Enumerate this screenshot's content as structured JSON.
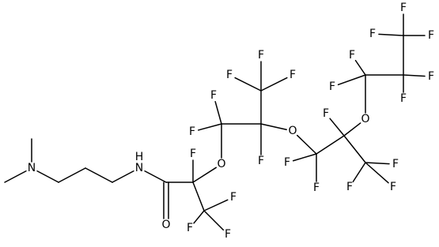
{
  "molecule": {
    "atoms": [
      {
        "id": "C_me1",
        "symbol": ""
      },
      {
        "id": "C_me2",
        "symbol": ""
      },
      {
        "id": "N1",
        "symbol": "N"
      },
      {
        "id": "C_a",
        "symbol": ""
      },
      {
        "id": "C_b",
        "symbol": ""
      },
      {
        "id": "C_c",
        "symbol": ""
      },
      {
        "id": "NH",
        "symbol": "N"
      },
      {
        "id": "H_nh",
        "symbol": "H"
      },
      {
        "id": "C_co",
        "symbol": ""
      },
      {
        "id": "O_co",
        "symbol": "O"
      },
      {
        "id": "C_q1",
        "symbol": ""
      },
      {
        "id": "F_q1",
        "symbol": "F"
      },
      {
        "id": "C_cf3a",
        "symbol": ""
      },
      {
        "id": "F_3a1",
        "symbol": "F"
      },
      {
        "id": "F_3a2",
        "symbol": "F"
      },
      {
        "id": "F_3a3",
        "symbol": "F"
      },
      {
        "id": "O1",
        "symbol": "O"
      },
      {
        "id": "C_cf2a",
        "symbol": ""
      },
      {
        "id": "F_2a1",
        "symbol": "F"
      },
      {
        "id": "F_2a2",
        "symbol": "F"
      },
      {
        "id": "C_q2",
        "symbol": ""
      },
      {
        "id": "F_q2",
        "symbol": "F"
      },
      {
        "id": "C_cf3b",
        "symbol": ""
      },
      {
        "id": "F_3b1",
        "symbol": "F"
      },
      {
        "id": "F_3b2",
        "symbol": "F"
      },
      {
        "id": "F_3b3",
        "symbol": "F"
      },
      {
        "id": "O2",
        "symbol": "O"
      },
      {
        "id": "C_cf2b",
        "symbol": ""
      },
      {
        "id": "F_2b1",
        "symbol": "F"
      },
      {
        "id": "F_2b2",
        "symbol": "F"
      },
      {
        "id": "C_q3",
        "symbol": ""
      },
      {
        "id": "F_q3",
        "symbol": "F"
      },
      {
        "id": "C_cf3c",
        "symbol": ""
      },
      {
        "id": "F_3c1",
        "symbol": "F"
      },
      {
        "id": "F_3c2",
        "symbol": "F"
      },
      {
        "id": "F_3c3",
        "symbol": "F"
      },
      {
        "id": "O3",
        "symbol": "O"
      },
      {
        "id": "C_p1",
        "symbol": ""
      },
      {
        "id": "F_p1a",
        "symbol": "F"
      },
      {
        "id": "F_p1b",
        "symbol": "F"
      },
      {
        "id": "C_p2",
        "symbol": ""
      },
      {
        "id": "F_p2a",
        "symbol": "F"
      },
      {
        "id": "F_p2b",
        "symbol": "F"
      },
      {
        "id": "C_p3",
        "symbol": ""
      },
      {
        "id": "F_p3a",
        "symbol": "F"
      },
      {
        "id": "F_p3b",
        "symbol": "F"
      },
      {
        "id": "F_p3c",
        "symbol": "F"
      }
    ],
    "bonds": [
      {
        "a": "C_me1",
        "b": "N1",
        "order": 1
      },
      {
        "a": "N1",
        "b": "C_me2",
        "order": 1
      },
      {
        "a": "N1",
        "b": "C_a",
        "order": 1
      },
      {
        "a": "C_a",
        "b": "C_b",
        "order": 1
      },
      {
        "a": "C_b",
        "b": "C_c",
        "order": 1
      },
      {
        "a": "C_c",
        "b": "NH",
        "order": 1
      },
      {
        "a": "NH",
        "b": "C_co",
        "order": 1
      },
      {
        "a": "C_co",
        "b": "O_co",
        "order": 2
      },
      {
        "a": "C_co",
        "b": "C_q1",
        "order": 1
      },
      {
        "a": "C_q1",
        "b": "F_q1",
        "order": 1
      },
      {
        "a": "C_q1",
        "b": "C_cf3a",
        "order": 1
      },
      {
        "a": "C_cf3a",
        "b": "F_3a1",
        "order": 1
      },
      {
        "a": "C_cf3a",
        "b": "F_3a2",
        "order": 1
      },
      {
        "a": "C_cf3a",
        "b": "F_3a3",
        "order": 1
      },
      {
        "a": "C_q1",
        "b": "O1",
        "order": 1
      },
      {
        "a": "O1",
        "b": "C_cf2a",
        "order": 1
      },
      {
        "a": "C_cf2a",
        "b": "F_2a1",
        "order": 1
      },
      {
        "a": "C_cf2a",
        "b": "F_2a2",
        "order": 1
      },
      {
        "a": "C_cf2a",
        "b": "C_q2",
        "order": 1
      },
      {
        "a": "C_q2",
        "b": "F_q2",
        "order": 1
      },
      {
        "a": "C_q2",
        "b": "C_cf3b",
        "order": 1
      },
      {
        "a": "C_cf3b",
        "b": "F_3b1",
        "order": 1
      },
      {
        "a": "C_cf3b",
        "b": "F_3b2",
        "order": 1
      },
      {
        "a": "C_cf3b",
        "b": "F_3b3",
        "order": 1
      },
      {
        "a": "C_q2",
        "b": "O2",
        "order": 1
      },
      {
        "a": "O2",
        "b": "C_cf2b",
        "order": 1
      },
      {
        "a": "C_cf2b",
        "b": "F_2b1",
        "order": 1
      },
      {
        "a": "C_cf2b",
        "b": "F_2b2",
        "order": 1
      },
      {
        "a": "C_cf2b",
        "b": "C_q3",
        "order": 1
      },
      {
        "a": "C_q3",
        "b": "F_q3",
        "order": 1
      },
      {
        "a": "C_q3",
        "b": "C_cf3c",
        "order": 1
      },
      {
        "a": "C_cf3c",
        "b": "F_3c1",
        "order": 1
      },
      {
        "a": "C_cf3c",
        "b": "F_3c2",
        "order": 1
      },
      {
        "a": "C_cf3c",
        "b": "F_3c3",
        "order": 1
      },
      {
        "a": "C_q3",
        "b": "O3",
        "order": 1
      },
      {
        "a": "O3",
        "b": "C_p1",
        "order": 1
      },
      {
        "a": "C_p1",
        "b": "F_p1a",
        "order": 1
      },
      {
        "a": "C_p1",
        "b": "F_p1b",
        "order": 1
      },
      {
        "a": "C_p1",
        "b": "C_p2",
        "order": 1
      },
      {
        "a": "C_p2",
        "b": "F_p2a",
        "order": 1
      },
      {
        "a": "C_p2",
        "b": "F_p2b",
        "order": 1
      },
      {
        "a": "C_p2",
        "b": "C_p3",
        "order": 1
      },
      {
        "a": "C_p3",
        "b": "F_p3a",
        "order": 1
      },
      {
        "a": "C_p3",
        "b": "F_p3b",
        "order": 1
      },
      {
        "a": "C_p3",
        "b": "F_p3c",
        "order": 1
      }
    ]
  }
}
